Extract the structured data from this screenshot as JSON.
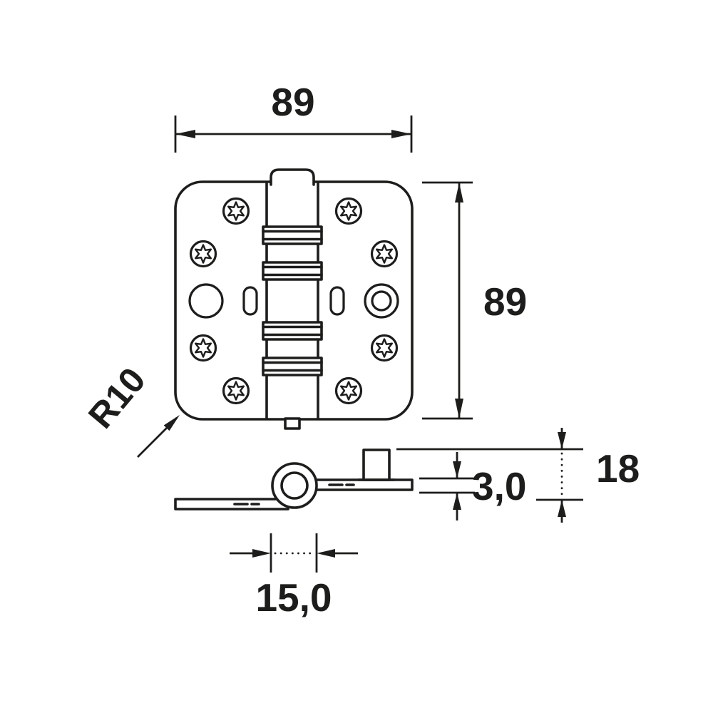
{
  "drawing": {
    "kind": "technical-dimension-diagram",
    "subject": "door hinge, front view and side view",
    "labels": {
      "width": "89",
      "height": "89",
      "corner_radius": "R10",
      "leaf_thickness": "3,0",
      "assembly_height": "18",
      "knuckle_width": "15,0"
    },
    "colors": {
      "line": "#1d1d1b",
      "background": "#ffffff"
    }
  }
}
